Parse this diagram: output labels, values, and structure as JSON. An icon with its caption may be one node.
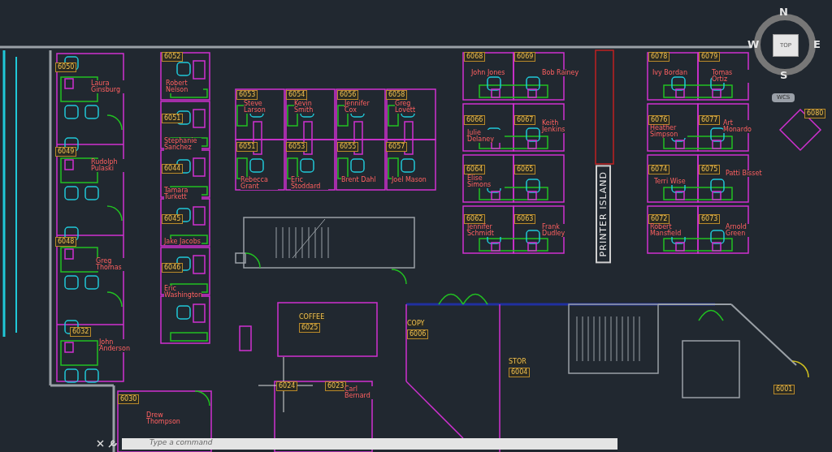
{
  "diagram": {
    "labels": [
      "6050",
      "Laura Ginsburg",
      "6052",
      "Robert Nelson",
      "6051",
      "Stephanie Sanchez",
      "6053",
      "Steve Larson",
      "6054",
      "Kevin Smith",
      "6056",
      "Jennifer Cox",
      "6058",
      "Greg Lovett",
      "6068",
      "6069",
      "6078",
      "6079",
      "N",
      "W",
      "TOP",
      "E",
      "John Jones",
      "Bob Rainey",
      "Ivy Bordan",
      "Tomas Ortiz",
      "S",
      "WCS",
      "6049",
      "Rudolph Pulaski",
      "6044",
      "Tamara Turkett",
      "6066",
      "6067",
      "Julie Delaney",
      "Keith Jenkins",
      "6076",
      "6077",
      "Heather Simpson",
      "Art Monardo",
      "6080",
      "6051",
      "6053",
      "6055",
      "6057",
      "Rebecca Grant",
      "Eric Stoddard",
      "Brent Dahl",
      "Joel Mason",
      "6064",
      "6065",
      "Elise Simons",
      "PRINTER ISLAND",
      "6074",
      "6075",
      "Terri Wise",
      "Patti Bisset",
      "6045",
      "Jake Jacobs",
      "6062",
      "6063",
      "Jennifer Schmidt",
      "Frank Dudley",
      "6072",
      "6073",
      "Robert Mansfield",
      "Arnold Green",
      "6048",
      "Greg Thomas",
      "6046",
      "Eric Washington",
      "COFFEE",
      "6025",
      "COPY",
      "6006",
      "6032",
      "John Anderson",
      "STOR",
      "6004",
      "6024",
      "6023",
      "Carl Bernard",
      "6001",
      "6030",
      "Drew Thompson",
      "Type a command"
    ]
  }
}
